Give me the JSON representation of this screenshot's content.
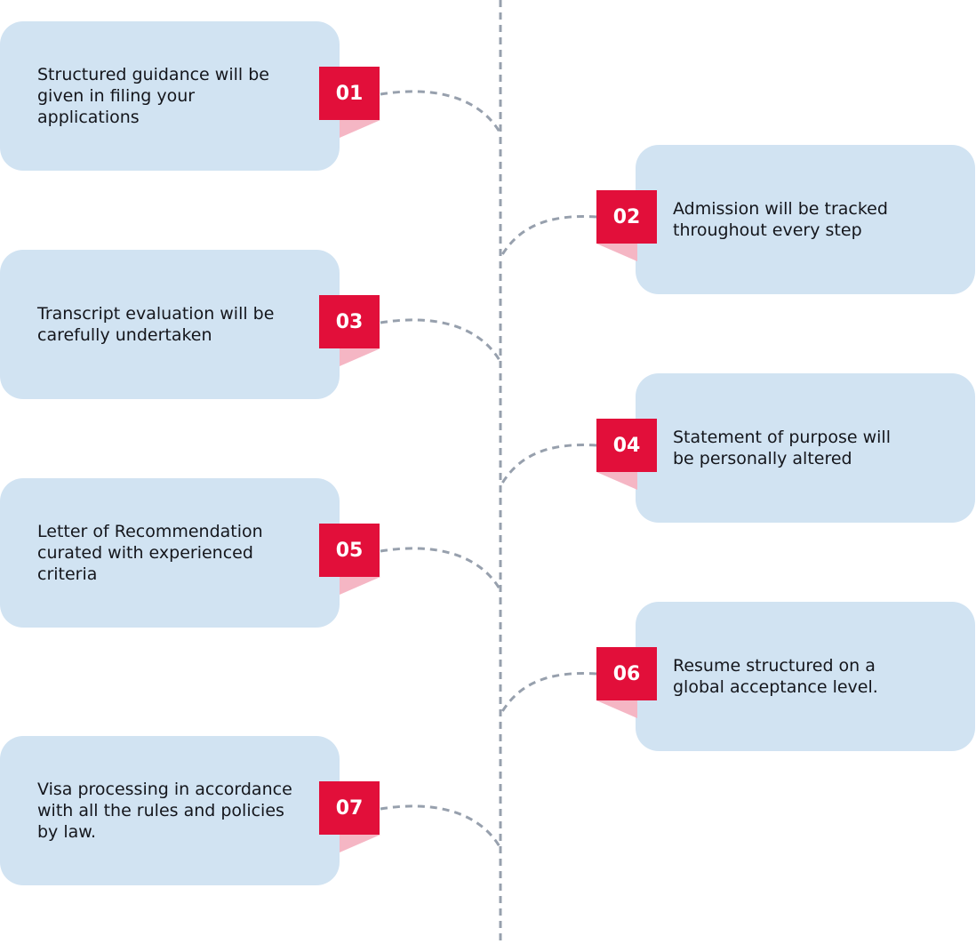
{
  "colors": {
    "card_bg": "#d1e3f2",
    "badge_bg": "#e20f3a",
    "badge_fold": "#f5b6c4",
    "connector": "#97a0ad"
  },
  "steps": [
    {
      "number": "01",
      "text": "Structured guidance will be\ngiven in filing your\napplications"
    },
    {
      "number": "02",
      "text": "Admission will be tracked\nthroughout every step"
    },
    {
      "number": "03",
      "text": "Transcript evaluation will be\ncarefully undertaken"
    },
    {
      "number": "04",
      "text": "Statement of purpose will\nbe personally altered"
    },
    {
      "number": "05",
      "text": "Letter of Recommendation\ncurated with experienced\ncriteria"
    },
    {
      "number": "06",
      "text": "Resume structured on a\nglobal acceptance level."
    },
    {
      "number": "07",
      "text": "Visa processing in accordance\nwith all the rules and policies\nby law."
    }
  ]
}
